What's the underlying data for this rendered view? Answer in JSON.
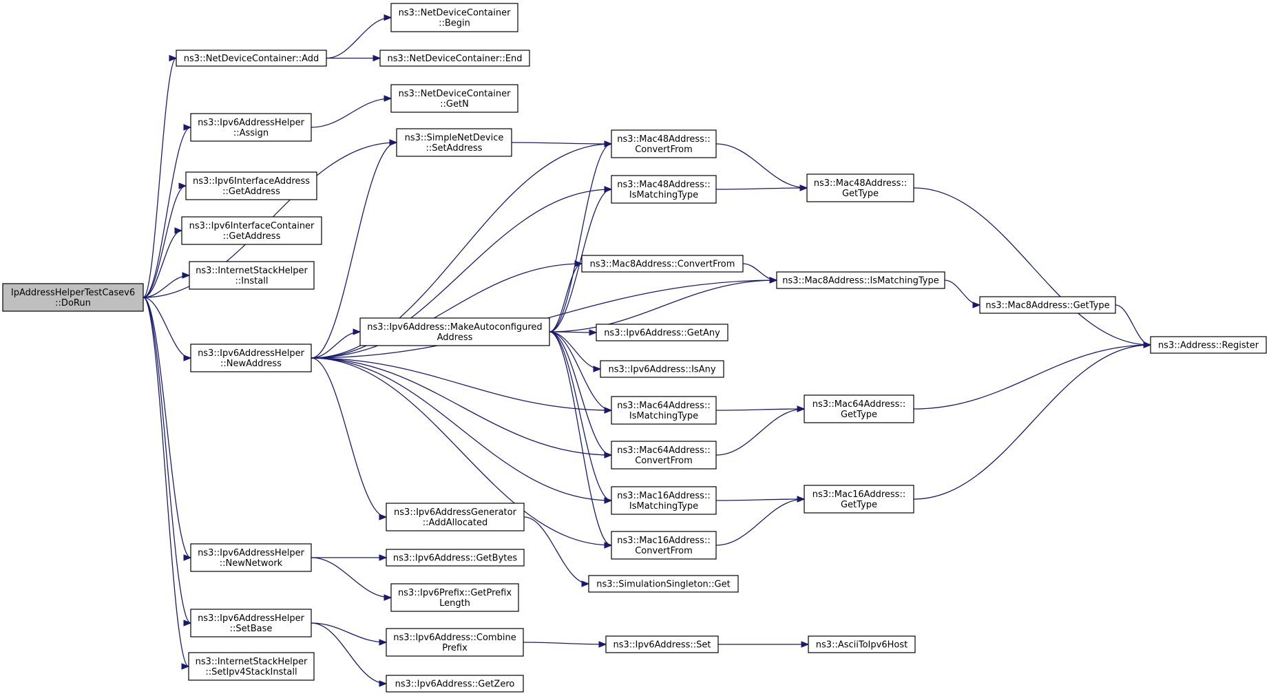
{
  "graph": {
    "title": "",
    "edge_color": "#191970",
    "root_fill": "#bfbfbf",
    "nodes": [
      {
        "id": "root",
        "label": [
          "IpAddressHelperTestCasev6",
          "::DoRun"
        ],
        "root": true
      },
      {
        "id": "ndc_add",
        "label": [
          "ns3::NetDeviceContainer::Add"
        ]
      },
      {
        "id": "ndc_begin",
        "label": [
          "ns3::NetDeviceContainer",
          "::Begin"
        ]
      },
      {
        "id": "ndc_end",
        "label": [
          "ns3::NetDeviceContainer::End"
        ]
      },
      {
        "id": "ndc_getn",
        "label": [
          "ns3::NetDeviceContainer",
          "::GetN"
        ]
      },
      {
        "id": "iah_assign",
        "label": [
          "ns3::Ipv6AddressHelper",
          "::Assign"
        ]
      },
      {
        "id": "iia_getaddr",
        "label": [
          "ns3::Ipv6InterfaceAddress",
          "::GetAddress"
        ]
      },
      {
        "id": "iic_getaddr",
        "label": [
          "ns3::Ipv6InterfaceContainer",
          "::GetAddress"
        ]
      },
      {
        "id": "ish_install",
        "label": [
          "ns3::InternetStackHelper",
          "::Install"
        ]
      },
      {
        "id": "iah_newaddr",
        "label": [
          "ns3::Ipv6AddressHelper",
          "::NewAddress"
        ]
      },
      {
        "id": "iah_newnet",
        "label": [
          "ns3::Ipv6AddressHelper",
          "::NewNetwork"
        ]
      },
      {
        "id": "iah_setbase",
        "label": [
          "ns3::Ipv6AddressHelper",
          "::SetBase"
        ]
      },
      {
        "id": "ish_setipv4",
        "label": [
          "ns3::InternetStackHelper",
          "::SetIpv4StackInstall"
        ]
      },
      {
        "id": "snd_setaddr",
        "label": [
          "ns3::SimpleNetDevice",
          "::SetAddress"
        ]
      },
      {
        "id": "ia_makeauto",
        "label": [
          "ns3::Ipv6Address::MakeAutoconfigured",
          "Address"
        ]
      },
      {
        "id": "iag_addalloc",
        "label": [
          "ns3::Ipv6AddressGenerator",
          "::AddAllocated"
        ]
      },
      {
        "id": "ia_getbytes",
        "label": [
          "ns3::Ipv6Address::GetBytes"
        ]
      },
      {
        "id": "ip_getprefix",
        "label": [
          "ns3::Ipv6Prefix::GetPrefix",
          "Length"
        ]
      },
      {
        "id": "ia_combine",
        "label": [
          "ns3::Ipv6Address::Combine",
          "Prefix"
        ]
      },
      {
        "id": "ia_getzero",
        "label": [
          "ns3::Ipv6Address::GetZero"
        ]
      },
      {
        "id": "m48_convert",
        "label": [
          "ns3::Mac48Address::",
          "ConvertFrom"
        ]
      },
      {
        "id": "m48_ismatch",
        "label": [
          "ns3::Mac48Address::",
          "IsMatchingType"
        ]
      },
      {
        "id": "m8_convert",
        "label": [
          "ns3::Mac8Address::ConvertFrom"
        ]
      },
      {
        "id": "ia_getany",
        "label": [
          "ns3::Ipv6Address::GetAny"
        ]
      },
      {
        "id": "ia_isany",
        "label": [
          "ns3::Ipv6Address::IsAny"
        ]
      },
      {
        "id": "m64_ismatch",
        "label": [
          "ns3::Mac64Address::",
          "IsMatchingType"
        ]
      },
      {
        "id": "m64_convert",
        "label": [
          "ns3::Mac64Address::",
          "ConvertFrom"
        ]
      },
      {
        "id": "m16_ismatch",
        "label": [
          "ns3::Mac16Address::",
          "IsMatchingType"
        ]
      },
      {
        "id": "m16_convert",
        "label": [
          "ns3::Mac16Address::",
          "ConvertFrom"
        ]
      },
      {
        "id": "ss_get",
        "label": [
          "ns3::SimulationSingleton::Get"
        ]
      },
      {
        "id": "ia_set",
        "label": [
          "ns3::Ipv6Address::Set"
        ]
      },
      {
        "id": "m48_gettype",
        "label": [
          "ns3::Mac48Address::",
          "GetType"
        ]
      },
      {
        "id": "m8_ismatch",
        "label": [
          "ns3::Mac8Address::IsMatchingType"
        ]
      },
      {
        "id": "m8_gettype",
        "label": [
          "ns3::Mac8Address::GetType"
        ]
      },
      {
        "id": "m64_gettype",
        "label": [
          "ns3::Mac64Address::",
          "GetType"
        ]
      },
      {
        "id": "m16_gettype",
        "label": [
          "ns3::Mac16Address::",
          "GetType"
        ]
      },
      {
        "id": "ascii",
        "label": [
          "ns3::AsciiToIpv6Host"
        ]
      },
      {
        "id": "addr_register",
        "label": [
          "ns3::Address::Register"
        ]
      }
    ],
    "edges": [
      [
        "root",
        "ndc_add"
      ],
      [
        "root",
        "iah_assign"
      ],
      [
        "root",
        "iia_getaddr"
      ],
      [
        "root",
        "iic_getaddr"
      ],
      [
        "root",
        "ish_install"
      ],
      [
        "root",
        "iah_newaddr"
      ],
      [
        "root",
        "iah_newnet"
      ],
      [
        "root",
        "iah_setbase"
      ],
      [
        "root",
        "ish_setipv4"
      ],
      [
        "root",
        "snd_setaddr"
      ],
      [
        "ndc_add",
        "ndc_begin"
      ],
      [
        "ndc_add",
        "ndc_end"
      ],
      [
        "iah_assign",
        "ndc_getn"
      ],
      [
        "iah_newaddr",
        "snd_setaddr"
      ],
      [
        "iah_newaddr",
        "m48_convert"
      ],
      [
        "iah_newaddr",
        "m48_ismatch"
      ],
      [
        "iah_newaddr",
        "m8_ismatch"
      ],
      [
        "iah_newaddr",
        "m8_convert"
      ],
      [
        "iah_newaddr",
        "ia_makeauto"
      ],
      [
        "iah_newaddr",
        "m64_ismatch"
      ],
      [
        "iah_newaddr",
        "m64_convert"
      ],
      [
        "iah_newaddr",
        "m16_ismatch"
      ],
      [
        "iah_newaddr",
        "m16_convert"
      ],
      [
        "iah_newaddr",
        "iag_addalloc"
      ],
      [
        "iah_newnet",
        "ia_getbytes"
      ],
      [
        "iah_newnet",
        "ip_getprefix"
      ],
      [
        "iah_setbase",
        "ia_combine"
      ],
      [
        "iah_setbase",
        "ia_getzero"
      ],
      [
        "snd_setaddr",
        "m48_convert"
      ],
      [
        "ia_makeauto",
        "m48_convert"
      ],
      [
        "ia_makeauto",
        "m48_ismatch"
      ],
      [
        "ia_makeauto",
        "m8_convert"
      ],
      [
        "ia_makeauto",
        "m8_ismatch"
      ],
      [
        "ia_makeauto",
        "ia_getany"
      ],
      [
        "ia_makeauto",
        "ia_isany"
      ],
      [
        "ia_makeauto",
        "m64_ismatch"
      ],
      [
        "ia_makeauto",
        "m64_convert"
      ],
      [
        "ia_makeauto",
        "m16_ismatch"
      ],
      [
        "ia_makeauto",
        "m16_convert"
      ],
      [
        "iag_addalloc",
        "ss_get"
      ],
      [
        "ia_combine",
        "ia_set"
      ],
      [
        "ia_set",
        "ascii"
      ],
      [
        "m48_convert",
        "m48_gettype"
      ],
      [
        "m48_ismatch",
        "m48_gettype"
      ],
      [
        "m8_convert",
        "m8_ismatch"
      ],
      [
        "m8_ismatch",
        "m8_gettype"
      ],
      [
        "m64_ismatch",
        "m64_gettype"
      ],
      [
        "m64_convert",
        "m64_gettype"
      ],
      [
        "m16_ismatch",
        "m16_gettype"
      ],
      [
        "m16_convert",
        "m16_gettype"
      ],
      [
        "m48_gettype",
        "addr_register"
      ],
      [
        "m8_gettype",
        "addr_register"
      ],
      [
        "m64_gettype",
        "addr_register"
      ],
      [
        "m16_gettype",
        "addr_register"
      ]
    ]
  }
}
